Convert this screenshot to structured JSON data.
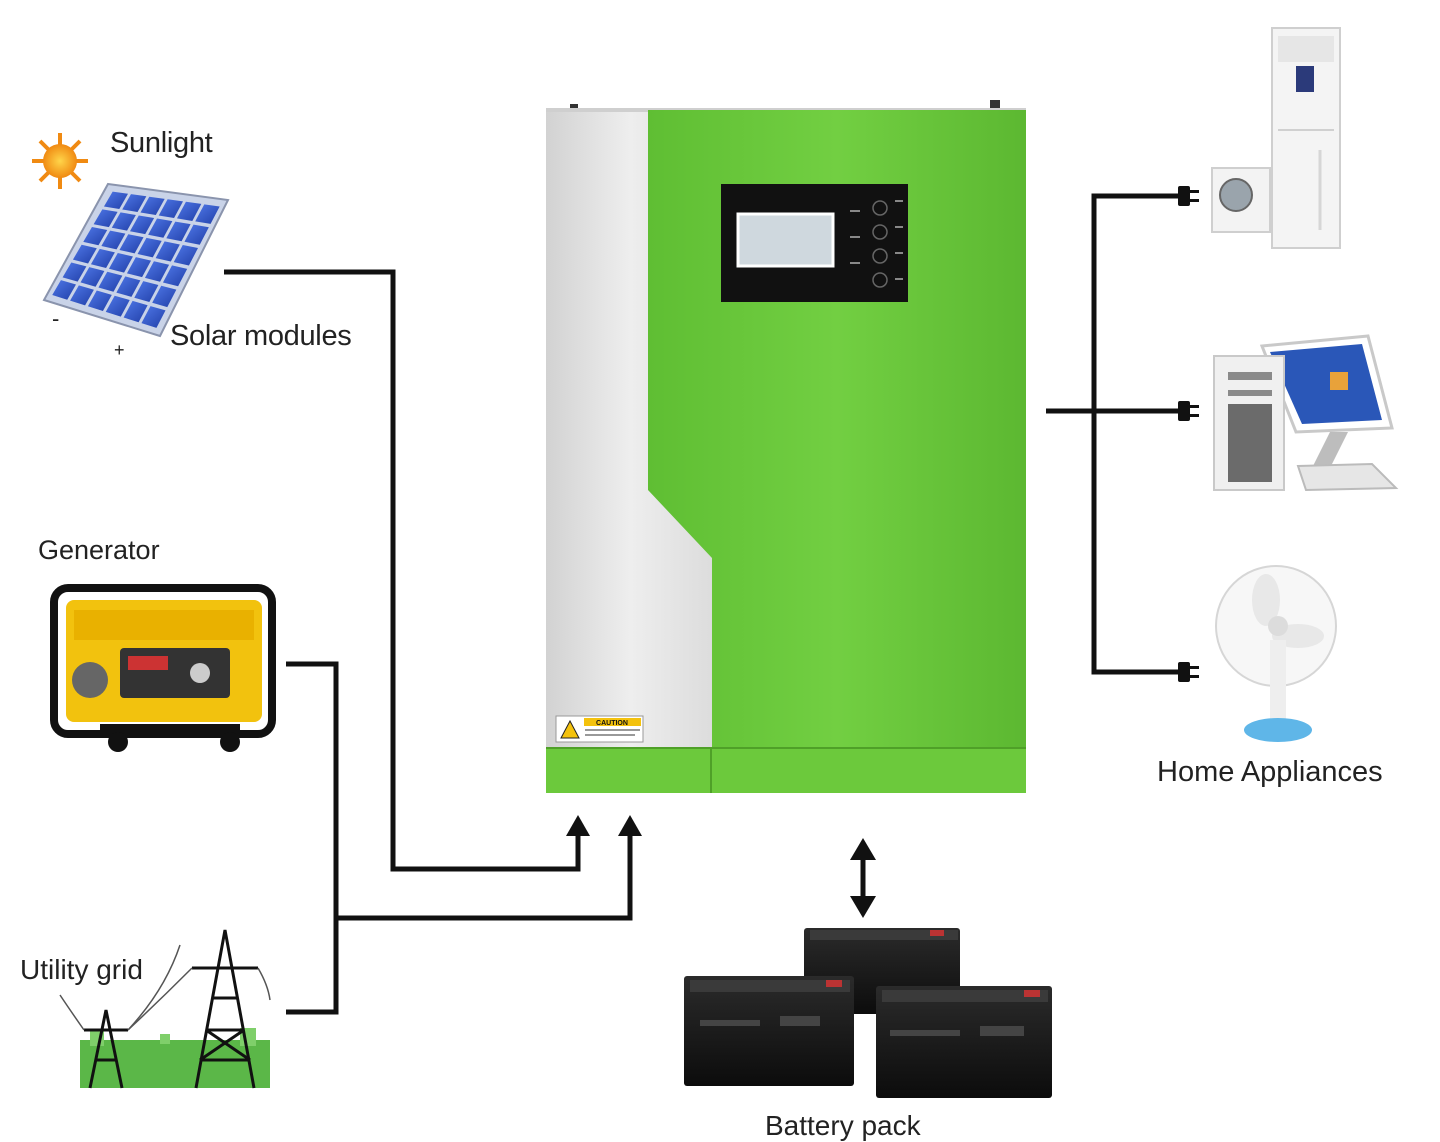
{
  "labels": {
    "sunlight": "Sunlight",
    "solar_modules": "Solar modules",
    "generator": "Generator",
    "utility_grid": "Utility grid",
    "home_appliances": "Home Appliances",
    "battery_pack": "Battery pack"
  },
  "solar_panel": {
    "minus": "-",
    "plus": "+"
  },
  "caution_label": "CAUTION",
  "colors": {
    "inverter_green": "#6cc93c",
    "inverter_panel_gray": "#e4e4e4",
    "wire": "#111111",
    "solar_blue": "#2f56c8",
    "generator_yellow": "#f2c20e"
  }
}
